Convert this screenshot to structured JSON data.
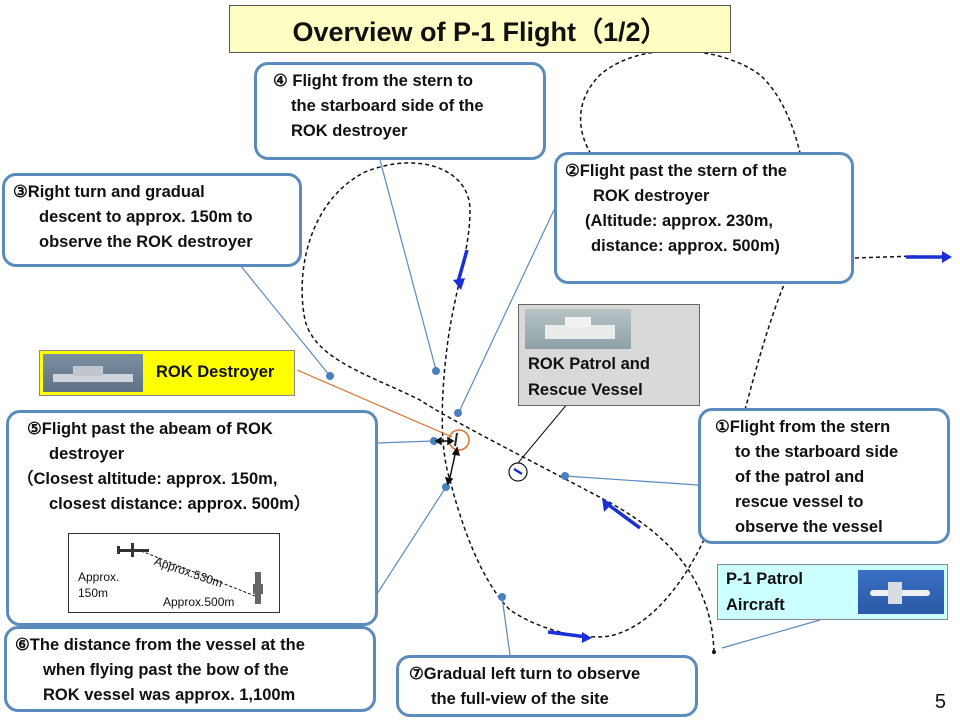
{
  "title": "Overview of P-1 Flight（1/2）",
  "page_number": "5",
  "callouts": {
    "c4": {
      "lines": [
        "④ Flight from the stern to",
        "the starboard  side of the",
        "ROK destroyer"
      ]
    },
    "c3": {
      "lines": [
        "③Right turn and gradual",
        "descent to approx. 150m to",
        "observe the ROK destroyer"
      ]
    },
    "c2": {
      "lines": [
        "②Flight past the stern of the",
        "ROK destroyer",
        "(Altitude: approx. 230m,",
        "distance: approx. 500m)"
      ]
    },
    "c5": {
      "lines": [
        "⑤Flight past the abeam of ROK",
        "destroyer",
        "（Closest altitude: approx. 150m,",
        "closest distance: approx. 500m）"
      ]
    },
    "c1": {
      "lines": [
        "①Flight from the stern",
        "to the starboard  side",
        "of the patrol and",
        "rescue vessel to",
        "observe the vessel"
      ]
    },
    "c6": {
      "lines": [
        "⑥The distance from the vessel at the",
        "when flying past the bow of the",
        "ROK vessel was approx. 1,100m"
      ]
    },
    "c7": {
      "lines": [
        "⑦Gradual left turn to observe",
        "the full-view of the site"
      ]
    }
  },
  "labels": {
    "rok_destroyer": "ROK Destroyer",
    "patrol_vessel": [
      "ROK Patrol and",
      "Rescue Vessel"
    ],
    "p1_aircraft": [
      "P-1 Patrol",
      "Aircraft"
    ]
  },
  "inset": {
    "slant": "Approx.530m",
    "altitude": [
      "Approx.",
      "150m"
    ],
    "horizontal": "Approx.500m"
  },
  "colors": {
    "callout_border": "#5b8bbd",
    "leader_line": "#5b8bbd",
    "title_bg": "#ffffc4",
    "arrow_blue": "#1a2fd4",
    "destroyer_label_bg": "#ffff00",
    "aircraft_label_bg": "#ccffff",
    "vessel_label_bg": "#d9d9d9",
    "closest_marker": "#e07030"
  }
}
